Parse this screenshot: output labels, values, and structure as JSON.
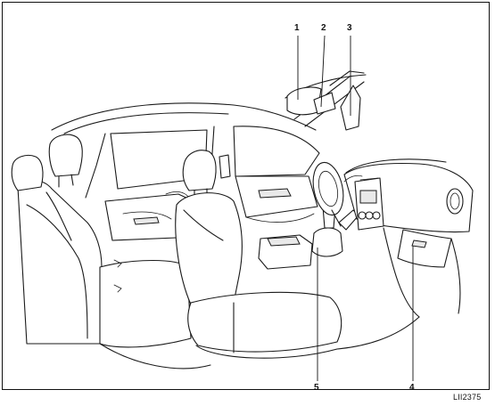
{
  "figure": {
    "callouts": [
      {
        "id": "1",
        "label": "1"
      },
      {
        "id": "2",
        "label": "2"
      },
      {
        "id": "3",
        "label": "3"
      },
      {
        "id": "4",
        "label": "4"
      },
      {
        "id": "5",
        "label": "5"
      }
    ],
    "figure_code": "LII2375"
  }
}
